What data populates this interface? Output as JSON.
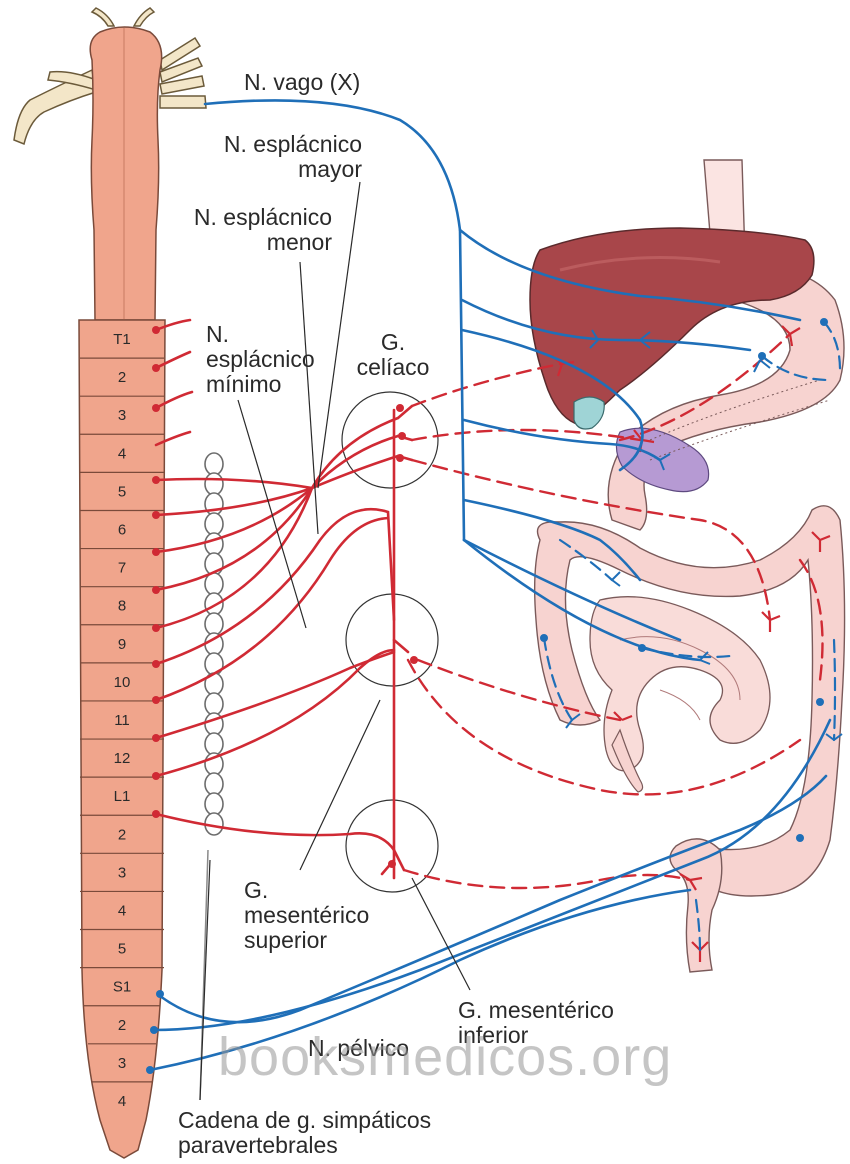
{
  "labels": {
    "vagus": "N. vago (X)",
    "greater_splanchnic": [
      "N. esplácnico",
      "mayor"
    ],
    "lesser_splanchnic": [
      "N. esplácnico",
      "menor"
    ],
    "least_splanchnic": [
      "N.",
      "esplácnico",
      "mínimo"
    ],
    "celiac_ganglion": [
      "G.",
      "celíaco"
    ],
    "superior_mesenteric_ganglion": [
      "G.",
      "mesentérico",
      "superior"
    ],
    "inferior_mesenteric_ganglion": [
      "G. mesentérico",
      "inferior"
    ],
    "pelvic_nerve": "N. pélvico",
    "sympathetic_chain": [
      "Cadena de g. simpáticos",
      "paravertebrales"
    ]
  },
  "spinal_segments": [
    "T1",
    "2",
    "3",
    "4",
    "5",
    "6",
    "7",
    "8",
    "9",
    "10",
    "11",
    "12",
    "L1",
    "2",
    "3",
    "4",
    "5",
    "S1",
    "2",
    "3",
    "4"
  ],
  "watermark": "booksmedicos.org",
  "colors": {
    "sympathetic": "#d02a34",
    "parasympathetic": "#1f6fb8",
    "spinal_cord": "#f0a58c",
    "cord_outline": "#7a4a3a",
    "liver": "#a8464a",
    "intestine": "#f7d3d0",
    "pancreas": "#b69ad3"
  }
}
